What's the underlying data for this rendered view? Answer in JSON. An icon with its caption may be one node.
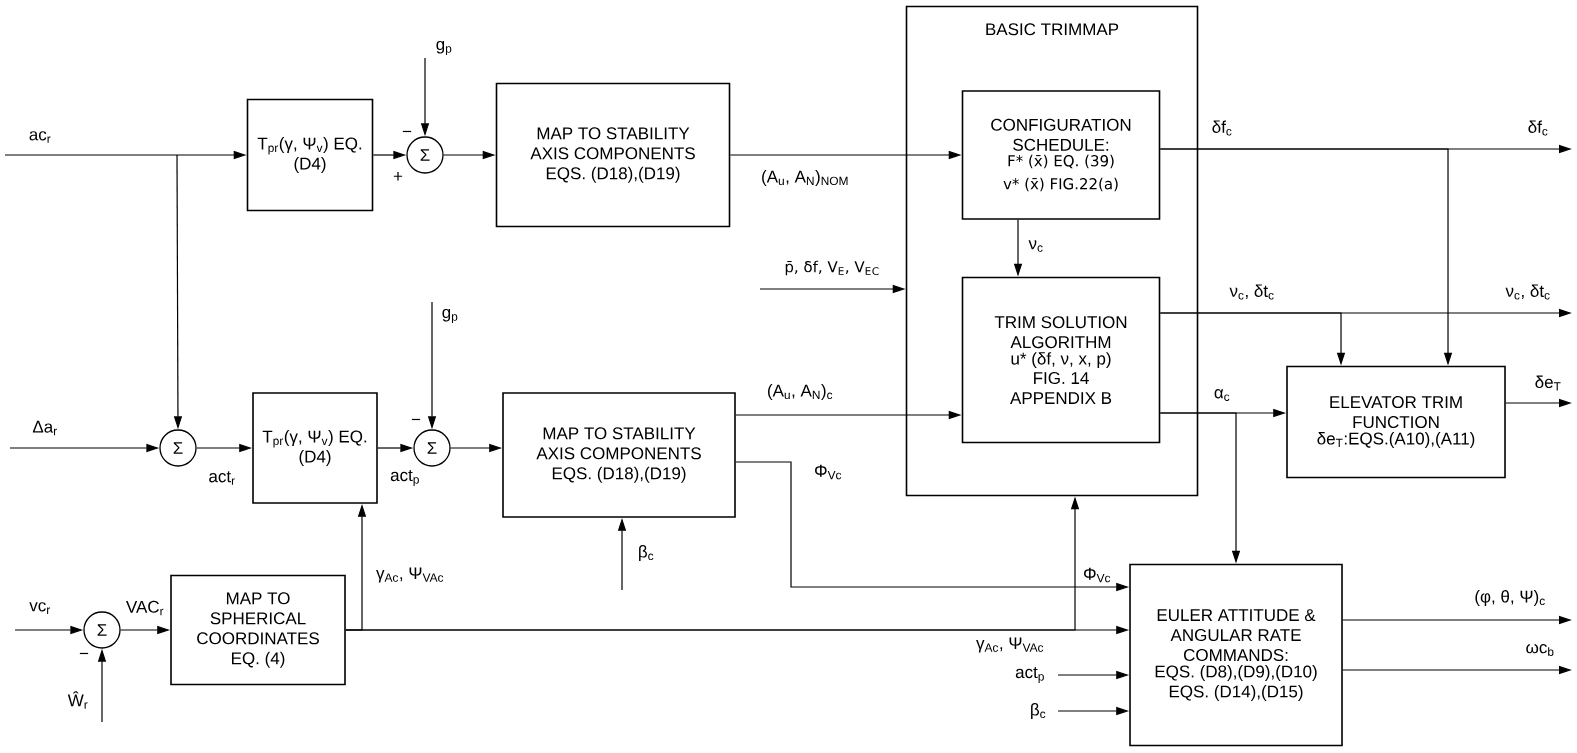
{
  "diagram": {
    "nodes": [
      {
        "text": [
          "T$_{pr}$(γ, Ψ$_{v}$) EQ. (D4)"
        ]
      },
      {
        "text": [
          "Σ"
        ]
      },
      {
        "text": [
          "MAP TO STABILITY AXIS COMPONENTS EQS. (D18),(D19)"
        ]
      },
      {
        "text": [
          "BASIC TRIMMAP"
        ]
      },
      {
        "text": [
          "CONFIGURATION SCHEDULE:",
          "F* (x̄) EQ. (39)",
          "v* (x̄) FIG.22(a)"
        ],
        "in": 3
      },
      {
        "text": [
          "TRIM SOLUTION ALGORITHM",
          "u* (δf, ν, x, p)",
          "FIG. 14 APPENDIX B"
        ],
        "in": 3
      },
      {
        "text": [
          "ELEVATOR TRIM FUNCTION",
          "δe$_{T}$:EQS.(A10),(A11)"
        ]
      },
      {
        "text": [
          "Σ"
        ]
      },
      {
        "text": [
          "T$_{pr}$(γ, Ψ$_{v}$) EQ. (D4)"
        ]
      },
      {
        "text": [
          "Σ"
        ]
      },
      {
        "text": [
          "MAP TO STABILITY AXIS COMPONENTS EQS. (D18),(D19)"
        ]
      },
      {
        "text": [
          "Σ"
        ]
      },
      {
        "text": [
          "MAP TO SPHERICAL COORDINATES EQ. (4)"
        ]
      },
      {
        "text": [
          "EULER ATTITUDE & ANGULAR RATE COMMANDS:",
          "EQS. (D8),(D9),(D10) EQS. (D14),(D15)"
        ]
      }
    ],
    "edges": [
      {
        "from": null,
        "to": 0,
        "arrow": "to",
        "label": "ac$_{r}$"
      },
      {
        "from": null,
        "to": 7,
        "arrow": "to"
      },
      {
        "from": 0,
        "to": 1,
        "arrow": "to"
      },
      {
        "from": null,
        "to": 1,
        "arrow": "to",
        "label": "g$_{p}$"
      },
      {
        "from": 1,
        "to": 2,
        "arrow": "to"
      },
      {
        "from": 2,
        "to": 4,
        "arrow": "to",
        "label": "(A$_{u}$, A$_{N}$)$_{NOM}$"
      },
      {
        "from": null,
        "to": 3,
        "arrow": "to",
        "label": "p̄, δf, V$_{E}$, V$_{E}$$_{C}$"
      },
      {
        "from": 4,
        "to": 5,
        "arrow": "to",
        "label": "ν$_{c}$"
      },
      {
        "from": 4,
        "to": null,
        "arrow": "to",
        "label": "δf$_{c}$"
      },
      {
        "from": 4,
        "to": 6,
        "arrow": "to",
        "label": "δf$_{c}$"
      },
      {
        "from": 5,
        "to": null,
        "arrow": "to",
        "label": "ν$_{c}$, δt$_{c}$"
      },
      {
        "from": 5,
        "to": 6,
        "arrow": "to",
        "label": "ν$_{c}$, δt$_{c}$"
      },
      {
        "from": 5,
        "to": 6,
        "arrow": "to",
        "label": "α$_{c}$"
      },
      {
        "from": 5,
        "to": 13,
        "arrow": "to"
      },
      {
        "from": 6,
        "to": null,
        "arrow": "to",
        "label": "δe$_{T}$"
      },
      {
        "from": null,
        "to": 7,
        "arrow": "to",
        "label": "Δa$_{r}$"
      },
      {
        "from": 7,
        "to": 8,
        "arrow": "to",
        "label": "act$_{r}$"
      },
      {
        "from": 8,
        "to": 9,
        "arrow": "to",
        "label": "act$_{p}$"
      },
      {
        "from": null,
        "to": 9,
        "arrow": "to",
        "label": "g$_{p}$"
      },
      {
        "from": 9,
        "to": 10,
        "arrow": "to"
      },
      {
        "from": 10,
        "to": 5,
        "arrow": "to",
        "label": "(A$_{u}$, A$_{N}$)$_{c}$"
      },
      {
        "from": 10,
        "to": 13,
        "arrow": "to",
        "label": "Φ$_{Vc}$"
      },
      {
        "from": null,
        "to": 10,
        "arrow": "to",
        "label": "β$_{c}$"
      },
      {
        "from": null,
        "to": 11,
        "arrow": "to",
        "label": "vc$_{r}$"
      },
      {
        "from": null,
        "to": 11,
        "arrow": "to",
        "label": "Ŵ$_{r}$"
      },
      {
        "from": 11,
        "to": 12,
        "arrow": "to",
        "label": "VAC$_{r}$"
      },
      {
        "from": 12,
        "to": 8,
        "arrow": "to",
        "label": "γ$_{Ac}$, Ψ$_{VAc}$"
      },
      {
        "from": 12,
        "to": 13,
        "arrow": "to",
        "label": "γ$_{Ac}$, Ψ$_{VAc}$"
      },
      {
        "from": 12,
        "to": 3,
        "arrow": "to"
      },
      {
        "from": null,
        "to": 13,
        "arrow": "to",
        "label": "act$_{p}$"
      },
      {
        "from": null,
        "to": 13,
        "arrow": "to",
        "label": "β$_{c}$"
      },
      {
        "from": 13,
        "to": null,
        "arrow": "to",
        "label": "(φ, θ, Ψ)$_{c}$"
      },
      {
        "from": 13,
        "to": null,
        "arrow": "to",
        "label": "ωc$_{b}$"
      }
    ],
    "labels": [
      "−",
      "+",
      "−",
      "−",
      "Φ$_{Vc}$"
    ]
  }
}
